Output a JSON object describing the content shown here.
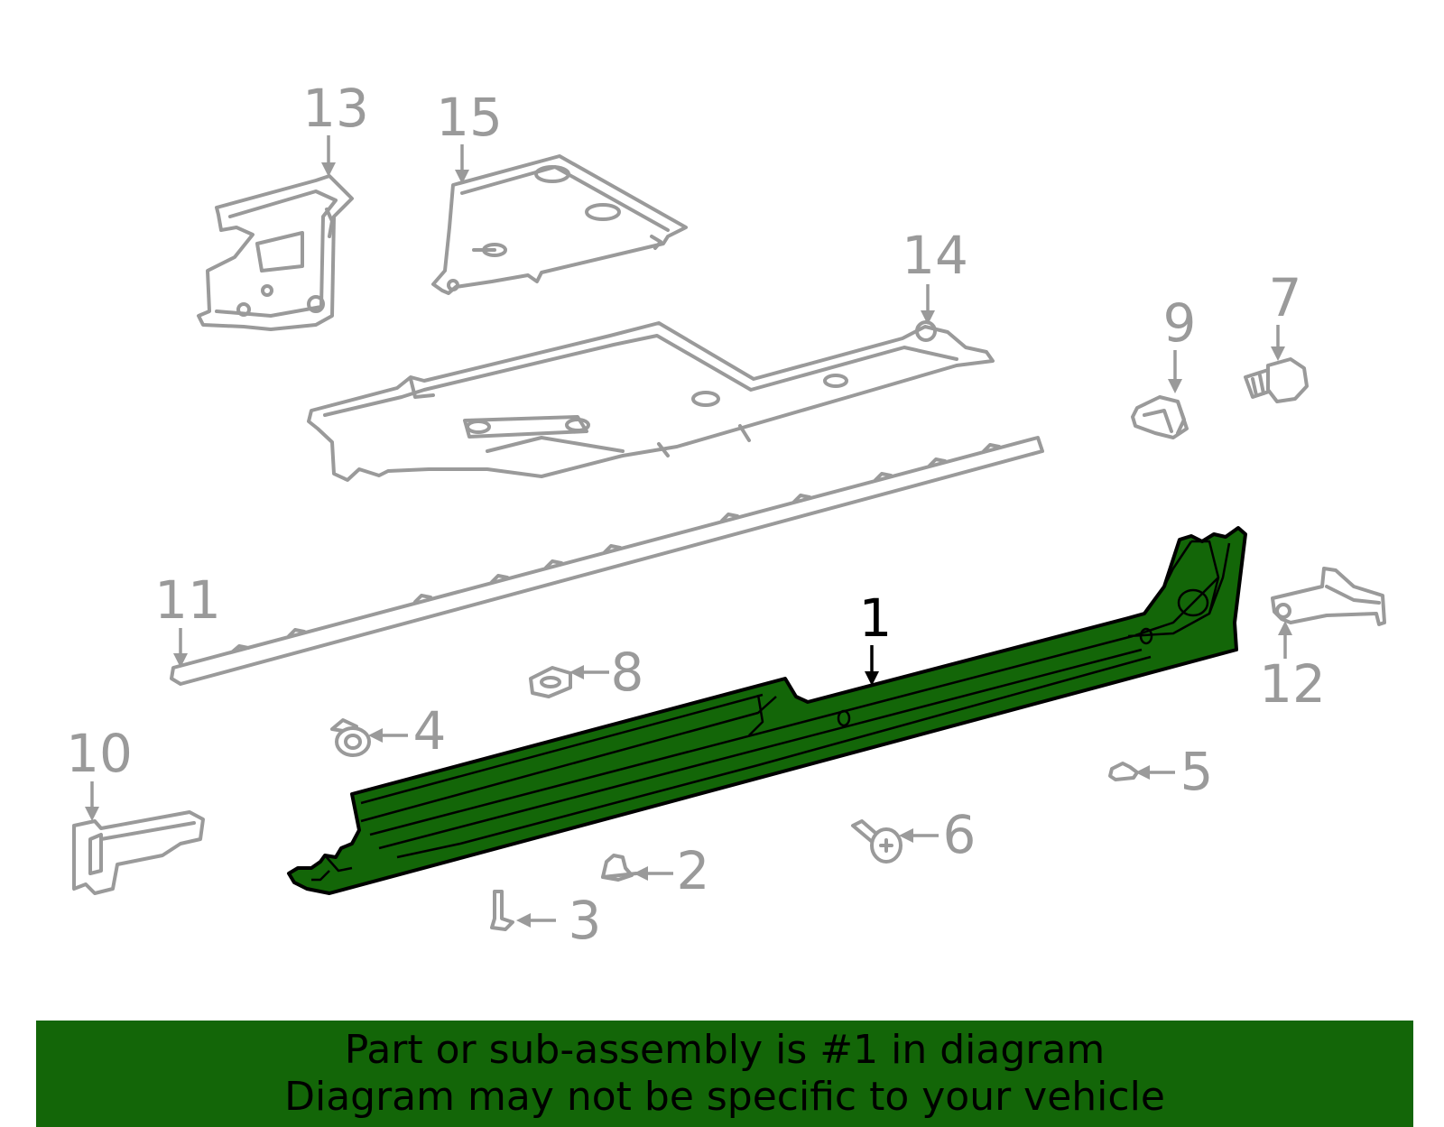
{
  "colors": {
    "highlight": "#136608",
    "outline_gray": "#9a9a9a",
    "background": "#ffffff"
  },
  "callouts": {
    "c1": "1",
    "c2": "2",
    "c3": "3",
    "c4": "4",
    "c5": "5",
    "c6": "6",
    "c7": "7",
    "c8": "8",
    "c9": "9",
    "c10": "10",
    "c11": "11",
    "c12": "12",
    "c13": "13",
    "c14": "14",
    "c15": "15"
  },
  "banner": {
    "line1": "Part or sub-assembly is #1 in diagram",
    "line2": "Diagram may not be specific to your vehicle"
  }
}
